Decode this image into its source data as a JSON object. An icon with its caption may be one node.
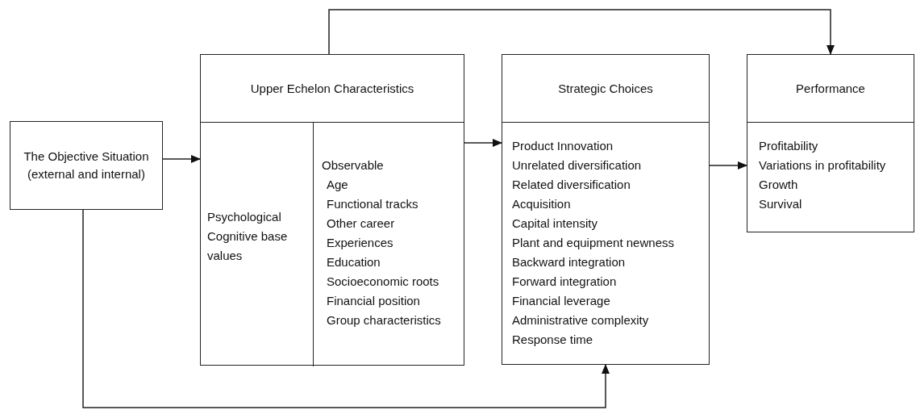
{
  "diagram": {
    "nodes": [
      {
        "text": [
          "The Objective Situation (external and internal)"
        ]
      },
      {
        "text": [
          "Upper Echelon Characteristics"
        ]
      },
      {
        "text": [
          "Psychological",
          "Cognitive base",
          "values"
        ],
        "in": 1
      },
      {
        "text": [
          "Observable",
          "Age",
          "Functional tracks",
          "Other career",
          "Experiences",
          "Education",
          "Socioeconomic roots",
          "Financial position",
          "Group characteristics"
        ],
        "in": 1
      },
      {
        "text": [
          "Strategic Choices",
          "Product Innovation",
          "Unrelated diversification",
          "Related diversification",
          "Acquisition",
          "Capital intensity",
          "Plant and equipment newness",
          "Backward integration",
          "Forward integration",
          "Financial leverage",
          "Administrative complexity",
          "Response time"
        ]
      },
      {
        "text": [
          "Performance",
          "Profitability",
          "Variations in profitability",
          "Growth",
          "Survival"
        ]
      }
    ],
    "edges": [
      {
        "from": 0,
        "to": 1,
        "arrow": "to"
      },
      {
        "from": 1,
        "to": 4,
        "arrow": "to"
      },
      {
        "from": 4,
        "to": 5,
        "arrow": "to"
      },
      {
        "from": 1,
        "to": 5,
        "arrow": "to"
      },
      {
        "from": 0,
        "to": 4,
        "arrow": "to"
      }
    ]
  }
}
